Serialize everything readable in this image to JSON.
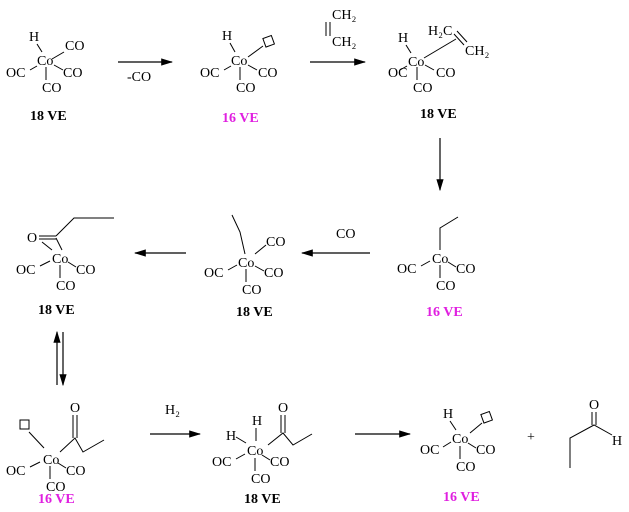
{
  "title": "Cobalt-catalysed hydroformylation cycle",
  "labels": {
    "co": "CO",
    "oc": "OC",
    "cobalt": "Co",
    "h": "H",
    "o": "O",
    "h2c": "H₂C",
    "ch2": "CH₂",
    "h2": "H₂",
    "plus": "+"
  },
  "reagents": {
    "minus_co": "-CO",
    "ethylene_top": "CH₂",
    "ethylene_bottom": "CH₂",
    "co_add": "CO",
    "h2_add": "H₂"
  },
  "electron_counts": [
    "18 VE",
    "16 VE",
    "18 VE",
    "16 VE",
    "18 VE",
    "18 VE",
    "16 VE",
    "18 VE",
    "16 VE"
  ],
  "colors": {
    "ve18": "#000000",
    "ve16": "#e020e0"
  }
}
